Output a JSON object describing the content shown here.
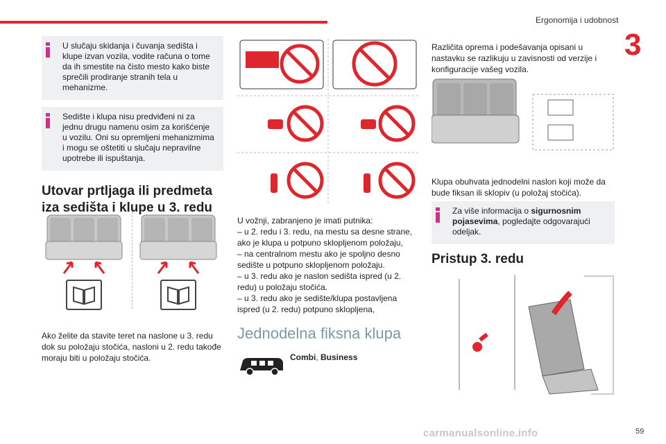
{
  "header": {
    "title": "Ergonomija i udobnost",
    "chapter": "3",
    "page_number": "59",
    "watermark": "carmanualsonline.info"
  },
  "col1": {
    "note1": "U slučaju skidanja i čuvanja sedišta i klupe izvan vozila, vodite računa o tome da ih smestite na čisto mesto kako biste sprečili prodiranje stranih tela u mehanizme.",
    "note2": "Sedište i klupa nisu predviđeni ni za jednu drugu namenu osim za korišćenje u vozilu. Oni su opremljeni mehanizmima i mogu se oštetiti u slučaju nepravilne upotrebe ili ispuštanja.",
    "heading": "Utovar prtljaga ili predmeta iza sedišta i klupe u 3. redu",
    "paragraph": "Ako želite da stavite teret na naslone u 3. redu dok su položaju stočića, nasloni u 2. redu takođe moraju biti u položaju stočića."
  },
  "col2": {
    "paragraph_lines": [
      "U vožnji, zabranjeno je imati putnika:",
      "– u 2. redu i 3. redu, na mestu sa desne strane, ako je klupa u potpuno sklopljenom položaju,",
      "– na centralnom mestu ako je spoljno desno sedište u potpuno sklopljenom položaju.",
      "– u 3. redu ako je naslon sedišta ispred (u 2. redu) u položaju stočića.",
      "– u 3. redu ako je sedište/klupa postavljena ispred (u 2. redu) potpuno sklopljena,"
    ],
    "heading": "Jednodelna fiksna klupa",
    "versions_bold": "Combi",
    "versions_sep": ", ",
    "versions_bold2": "Business"
  },
  "col3": {
    "paragraph1": "Različita oprema i podešavanja opisani u nastavku se razlikuju u zavisnosti od verzije i konfiguracije vašeg vozila.",
    "paragraph2": "Klupa obuhvata jednodelni naslon koji može da bude fiksan ili sklopiv (u položaj stočića).",
    "note_pre": "Za više informacija o ",
    "note_bold": "sigurnosnim pojasevima",
    "note_post": ", pogledajte odgovarajući odeljak.",
    "heading": "Pristup 3. redu"
  },
  "colors": {
    "accent_red": "#e0262d",
    "info_magenta": "#c9338c",
    "note_bg": "#eef0f2"
  }
}
